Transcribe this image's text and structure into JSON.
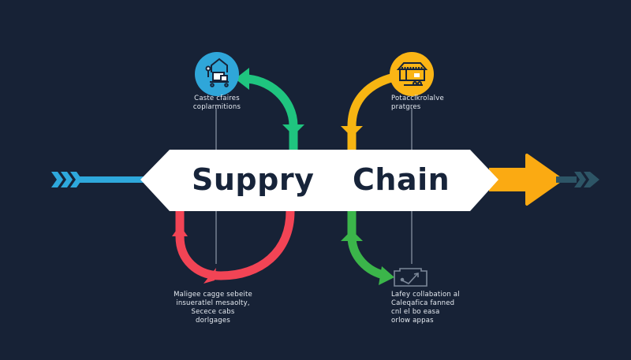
{
  "diagram": {
    "title_left": "Suppry",
    "title_right": "Chain",
    "colors": {
      "background": "#172236",
      "banner": "#ffffff",
      "title_text": "#17243a",
      "input_arrow": "#2ea8dc",
      "output_arrow": "#fbaa12",
      "output_tail": "#2d5566",
      "green_loop": "#1fc47f",
      "yellow_loop": "#f7b512",
      "red_loop": "#f24455",
      "lime_loop": "#3bb54a",
      "connector_line": "#8d98a8"
    },
    "nodes": [
      {
        "id": "top-left",
        "icon": "warehouse-cart-icon",
        "circle_color": "#2fa6d9",
        "label_lines": [
          "Caste cfaires",
          "coplarmitions"
        ]
      },
      {
        "id": "top-right",
        "icon": "storefront-delivery-icon",
        "circle_color": "#fbb515",
        "label_lines": [
          "Potacclkrolalve",
          "pratgres"
        ]
      },
      {
        "id": "bottom-left",
        "icon": "none",
        "label_lines": [
          "Maligee cagge sebeite",
          "insueratlel mesaolty,",
          "Secece cabs",
          "dorlgages"
        ]
      },
      {
        "id": "bottom-right",
        "icon": "chart-checkmark-icon",
        "label_lines": [
          "Lafey collabation al",
          "Caleqafica fanned",
          "cnl el bo easa",
          "orlow appas"
        ]
      }
    ]
  }
}
